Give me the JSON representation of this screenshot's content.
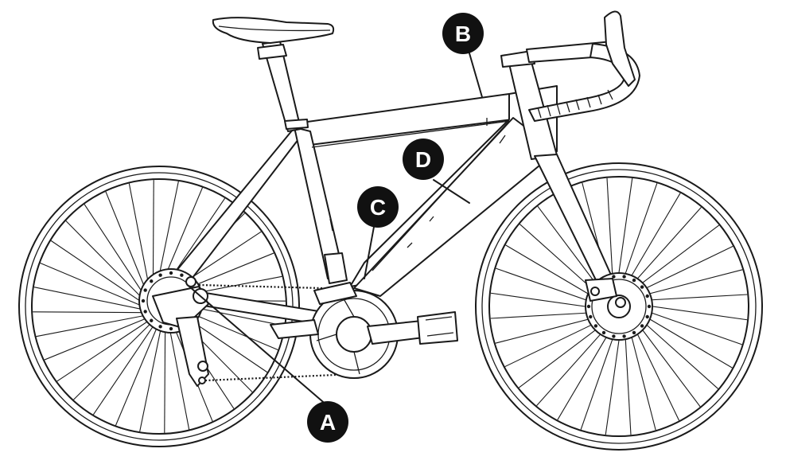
{
  "diagram": {
    "callouts": [
      {
        "id": "A",
        "label": "A"
      },
      {
        "id": "B",
        "label": "B"
      },
      {
        "id": "C",
        "label": "C"
      },
      {
        "id": "D",
        "label": "D"
      }
    ]
  },
  "colors": {
    "line": "#1a1a1a",
    "badge_fill": "#111111",
    "badge_text": "#ffffff",
    "background": "#ffffff"
  }
}
